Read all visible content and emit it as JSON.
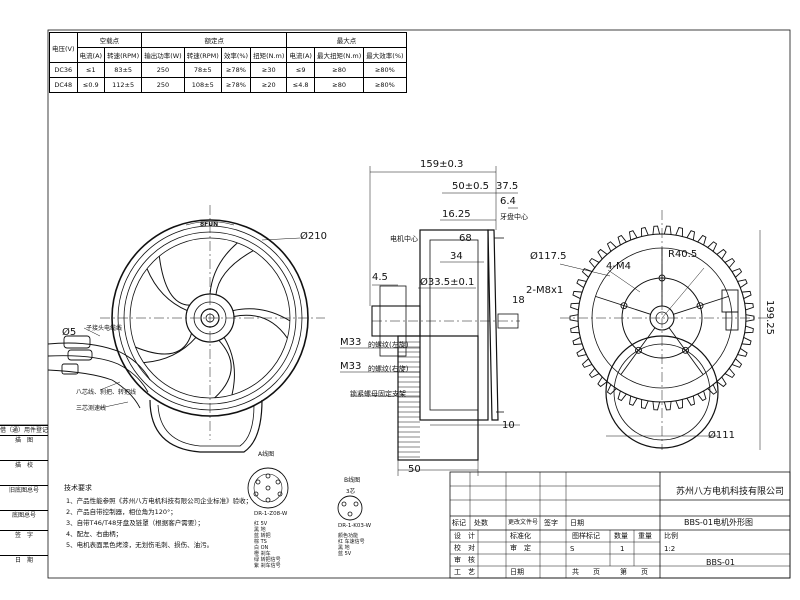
{
  "spec_table": {
    "header_groups": [
      "空载点",
      "额定点",
      "最大点"
    ],
    "row_label_header": "电压(V)",
    "columns": [
      "电流(A)",
      "转速(RPM)",
      "输出功率(W)",
      "转速(RPM)",
      "效率(%)",
      "扭矩(N.m)",
      "电流(A)",
      "最大扭矩(N.m)",
      "最大效率(%)"
    ],
    "rows": [
      {
        "label": "DC36",
        "cells": [
          "≤1",
          "83±5",
          "250",
          "78±5",
          "≥78%",
          "≥30",
          "≤9",
          "≥80",
          "≥80%"
        ]
      },
      {
        "label": "DC48",
        "cells": [
          "≤0.9",
          "112±5",
          "250",
          "108±5",
          "≥78%",
          "≥20",
          "≤4.8",
          "≥80",
          "≥80%"
        ]
      }
    ]
  },
  "dimensions": {
    "d159": "159±0.3",
    "d50_05": "50±0.5",
    "d37_5": "37.5",
    "d6_4": "6.4",
    "d16_25": "16.25",
    "d68": "68",
    "d34": "34",
    "d33_5": "Ø33.5±0.1",
    "d18": "18",
    "d4_5": "4.5",
    "d10": "10",
    "d50": "50",
    "d210": "Ø210",
    "d117_5": "Ø117.5",
    "r40_5": "R40.5",
    "m4": "4-M4",
    "m8": "2-M8x1",
    "d199_25": "199.25",
    "d111": "Ø111",
    "m33a": "M33",
    "m33b": "M33",
    "d5": "Ø5"
  },
  "callouts": {
    "motor_center": "电机中心",
    "tooth_center": "牙盘中心",
    "m33_left": "的螺纹(左旋)",
    "m33_right": "的螺纹(右旋)",
    "bracket": "锁紧螺母固定支架",
    "cable_throttle": "子接头电缆线",
    "cable_brake": "八芯线、刹把、转把线",
    "cable_three": "三芯测速线",
    "brand_name": "8FUN"
  },
  "connectors": {
    "a_title": "A线图",
    "a_part": "DR-1-Z08-W",
    "a_pins": [
      "红 5V",
      "黑 地",
      "蓝 转把",
      "棕 TS",
      "白 ON",
      "橙 刹车",
      "绿 转把信号",
      "紫 刹车信号"
    ],
    "b_title": "B线图",
    "b_note": "3芯",
    "b_part": "DR-1-K03-W",
    "b_pins": [
      "颜色功能",
      "红 车速信号",
      "黑 地",
      "蓝 5V"
    ]
  },
  "tech_notes": {
    "title": "技术要求",
    "items": [
      "1、产品性能参照《苏州八方电机科技有限公司企业标准》验收；",
      "2、产品自带控制器，相位角为120°；",
      "3、自带T46/T48牙盘及链罩（根据客户需要）；",
      "4、配左、右曲柄；",
      "5、电机表面黑色烤漆，无划伤毛刺、损伤、油污。"
    ]
  },
  "left_strip": [
    "借（通）用件登记",
    "描　图",
    "描　校",
    "旧底图总号",
    "底图总号",
    "签　字",
    "日　期"
  ],
  "title_block": {
    "company": "苏州八方电机科技有限公司",
    "drawing_title": "BBS-01电机外形图",
    "drawing_no": "BBS-01",
    "labels": {
      "mark": "标记",
      "count": "处数",
      "change_doc": "更改文件号",
      "sign": "签字",
      "date": "日期",
      "design": "设　计",
      "check": "校　对",
      "review": "审　核",
      "process": "工　艺",
      "standardize": "标准化",
      "approve": "审　定",
      "date2": "日期",
      "stage": "图样标记",
      "qty": "数量",
      "weight": "重量",
      "scale": "比例",
      "sheets": "共　　页",
      "sheet": "第　　页"
    },
    "values": {
      "stage": "S",
      "qty": "1",
      "scale": "1:2"
    }
  }
}
